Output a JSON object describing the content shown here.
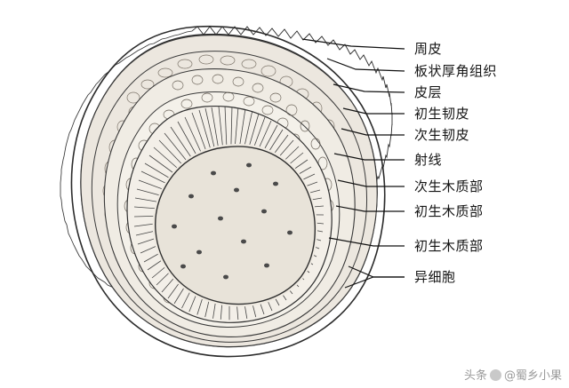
{
  "figure": {
    "title_alt": "plant-stem-cross-section",
    "description": "Botanical cross-section drawing of a plant stem with labeled tissue layers"
  },
  "labels": [
    {
      "id": "periderm",
      "text": "周皮"
    },
    {
      "id": "plate-collenchyma",
      "text": "板状厚角组织"
    },
    {
      "id": "cortex",
      "text": "皮层"
    },
    {
      "id": "primary-phloem",
      "text": "初生韧皮"
    },
    {
      "id": "secondary-phloem",
      "text": "次生韧皮"
    },
    {
      "id": "ray",
      "text": "射线"
    },
    {
      "id": "secondary-xylem",
      "text": "次生木质部"
    },
    {
      "id": "primary-xylem-1",
      "text": "初生木质部"
    },
    {
      "id": "primary-xylem-2",
      "text": "初生木质部"
    },
    {
      "id": "idioblast",
      "text": "异细胞"
    }
  ],
  "watermark": {
    "prefix": "头条",
    "suffix": "@蜀乡小果"
  },
  "colors": {
    "ink": "#2b2b2b",
    "leader": "#111111",
    "fill_cortex": "#ece7df",
    "fill_pith": "#e7e2d8",
    "fill_xylem": "#f3efe8",
    "background": "#ffffff",
    "watermark": "#9a9a9a"
  }
}
